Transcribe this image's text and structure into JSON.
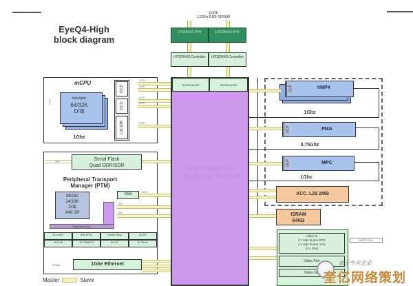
{
  "title": {
    "line1": "EyeQ4-High",
    "line2": "block diagram"
  },
  "memory": {
    "header_line1": "2x32b",
    "header_line2": "1.6GHz DDR SDRAM",
    "phy": [
      "LPDDR4/3 PHY",
      "LPDDR4/3 PHY"
    ],
    "controller": [
      "LPDDR4/3 Controller",
      "LPDDR4/3 Controller"
    ]
  },
  "interconnect": {
    "schedulers": [
      "SCHEDULER",
      "SCHEDULER"
    ],
    "label": "Interconnect & Quality of Service"
  },
  "mcpu": {
    "title": "mCPU",
    "core_line1": "InterAptiv",
    "core_line2": "64/32K",
    "core_line3": "D/I$",
    "side_label": "JTAG",
    "freq": "1Ghz",
    "cells": [
      "IOCU",
      "IOCU",
      "L2$ 1MB"
    ],
    "bus_labels": [
      "OCP",
      "OCP",
      "OCP",
      "OCP",
      "OCP"
    ]
  },
  "ptm": {
    "flash_line1": "Serial Flash",
    "flash_line2": "Quad DDR/SDR",
    "spi_label": "SPI",
    "title_line1": "Peripheral Transport",
    "title_line2": "Manager (PTM)",
    "core_line1": "M5150",
    "core_line2": "24/16K",
    "core_line3": "D/I$",
    "core_line4": "64K SP",
    "dma": "DMA",
    "noc": "Peripheral NoC",
    "grid": [
      [
        "3x UART",
        "8*8 GPIO",
        "Power Mng",
        "3x SPI"
      ],
      [
        "I2C/LM",
        "3x CAN/FD",
        "4x I2C",
        "3x Timer"
      ]
    ],
    "bus_labels": [
      "OCP",
      "OCP",
      "AXI",
      "AXI"
    ]
  },
  "ethernet": {
    "label": "1Gbe Ethernet",
    "side_label": "RGMII",
    "bus_labels": [
      "AXI",
      "AXI",
      "AXI"
    ]
  },
  "legend": {
    "master": "Master",
    "slave": "Slave"
  },
  "accelerators": [
    {
      "name": "VMP4",
      "tag": "OCP",
      "freq": "1Ghz"
    },
    {
      "name": "PMA",
      "tag": "OCP",
      "freq": "0.75Ghz"
    },
    {
      "name": "MPC",
      "tag": "OCP",
      "freq": "1Ghz"
    }
  ],
  "acc_l2": {
    "label": "ACC. L2$ 2MB"
  },
  "isram": {
    "line1": "ISRAM",
    "line2": "64KB"
  },
  "video": {
    "line1": "Video In",
    "line2": "2 x mipi 4Lane RCX",
    "line3": "4 x mipi 4Lane YUV",
    "line4": "(4 x Pair)",
    "port": "Video Port",
    "side_label": "MIPI CSI/IV",
    "last": "Video Out"
  },
  "watermark": {
    "small": "由于今天企业",
    "big": "奎亿网络策划"
  }
}
